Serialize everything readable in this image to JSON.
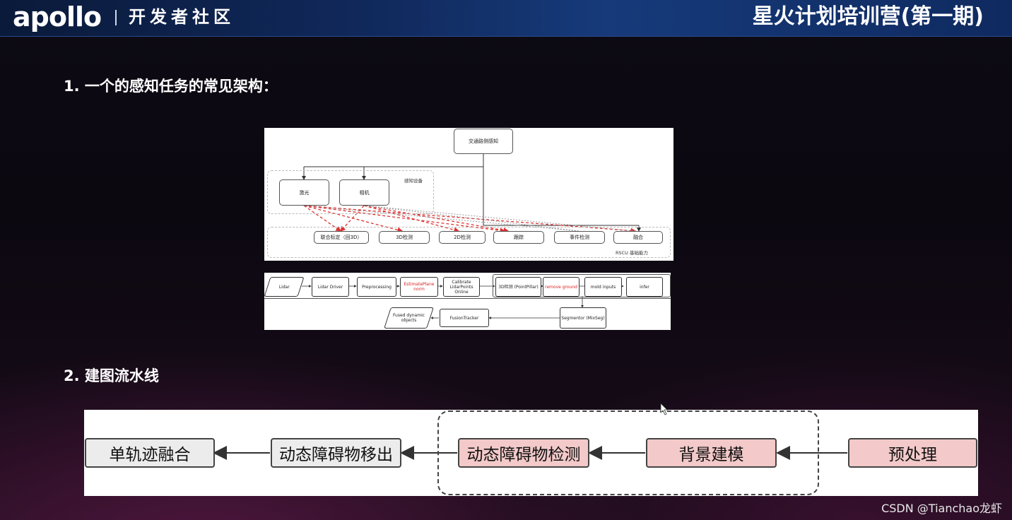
{
  "header": {
    "logo": "apollo",
    "community": "开发者社区",
    "program_title": "星火计划培训营(第一期)"
  },
  "sections": {
    "perception": "1. 一个的感知任务的常见架构：",
    "mapping": "2. 建图流水线"
  },
  "figure1": {
    "top": "交通路侧感知",
    "device_group": "感知设备",
    "lidar": "激光",
    "camera": "相机",
    "capability_group": "RSCU 基础能力",
    "capabilities": [
      "联合标定（回3D）",
      "3D检测",
      "2D检测",
      "跟踪",
      "事件检测",
      "融合"
    ]
  },
  "figure2": {
    "lidar": "Lidar",
    "lidar_driver": "Lidar Driver",
    "preprocessing": "Preprocessing",
    "estimate_plane": "EstimatePlane norm",
    "calibrate": "Calibrate LidarPoints Online",
    "detection_3d": "3D检测 (PointPillar)",
    "remove_ground": "remove ground",
    "mold_inputs": "mold inputs",
    "infer": "infer",
    "segmentor": "Segmentor (MixSeg)",
    "fusion_tracker": "FusionTracker",
    "fused_objects": "Fused dynamic objects"
  },
  "pipeline": {
    "stages": [
      "单轨迹融合",
      "动态障碍物移出",
      "动态障碍物检测",
      "背景建模",
      "预处理"
    ]
  },
  "watermark": "CSDN @Tianchao龙虾",
  "colors": {
    "highlight_pink": "#f3c9c9",
    "stage_gray": "#ececec",
    "red_dashed": "#d33"
  }
}
